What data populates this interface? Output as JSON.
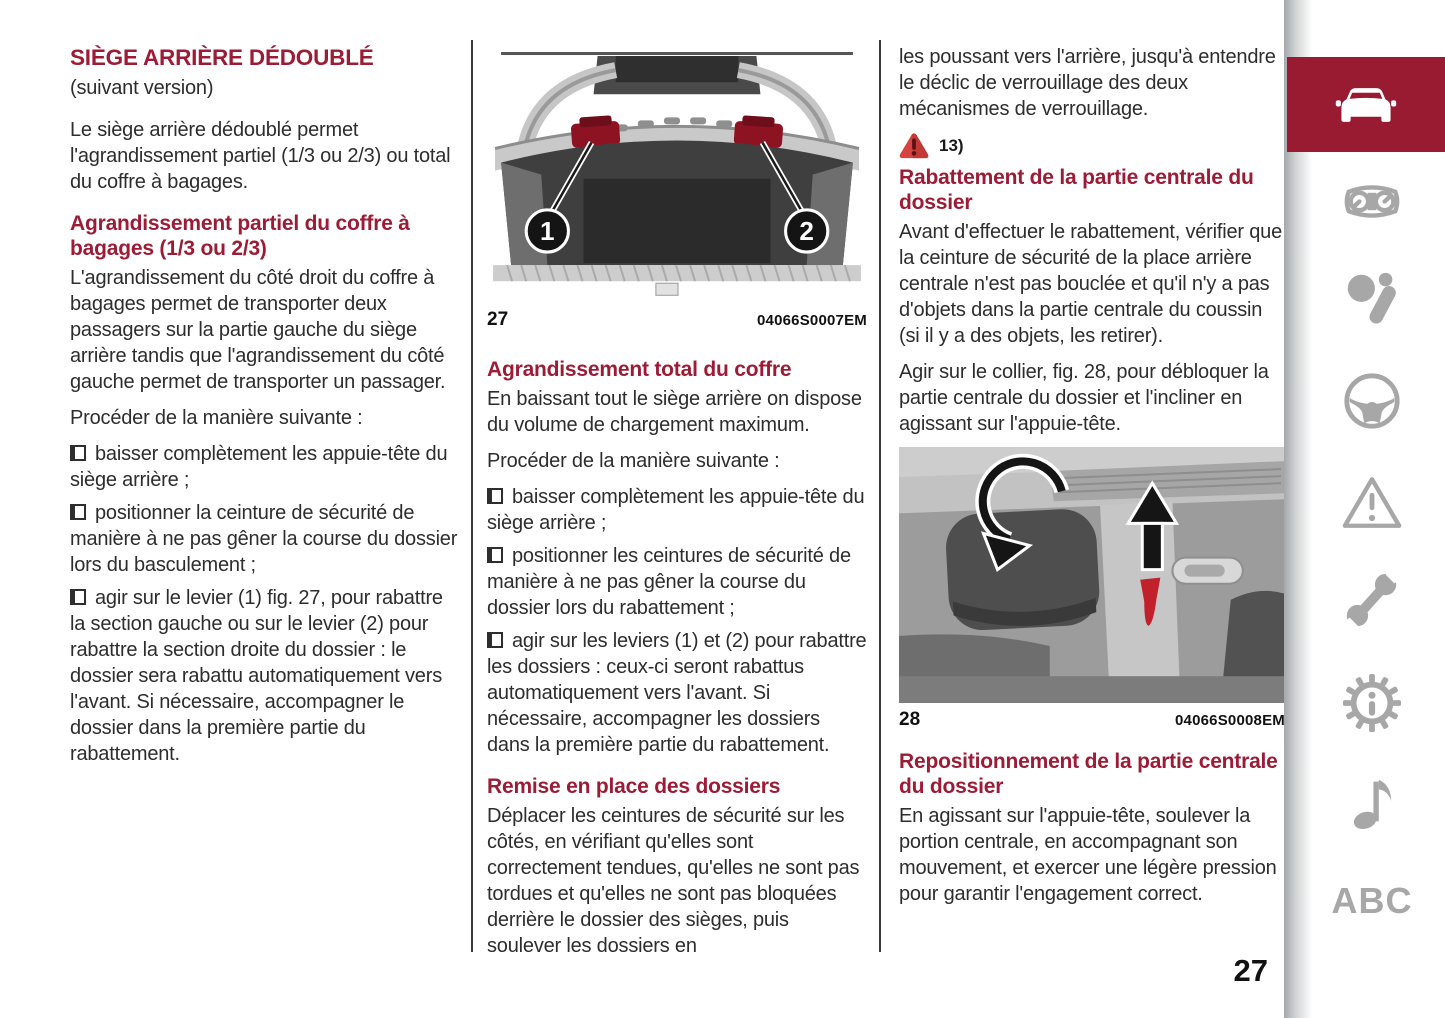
{
  "colors": {
    "accent": "#9C1C36",
    "tab_red": "#981B32",
    "warning_red": "#D5443E",
    "icon_gray": "#A7A7A7"
  },
  "page_number": "27",
  "left_column": {
    "title": "SIÈGE ARRIÈRE DÉDOUBLÉ",
    "subtitle": "(suivant version)",
    "intro": "Le siège arrière dédoublé permet l'agrandissement partiel (1/3 ou 2/3) ou total du coffre à bagages.",
    "partial_heading": "Agrandissement partiel du coffre à bagages (1/3 ou 2/3)",
    "partial_body": "L'agrandissement du côté droit du coffre à bagages permet de transporter deux passagers sur la partie gauche du siège arrière tandis que l'agrandissement du côté gauche permet de transporter un passager.",
    "procedure_intro": "Procéder de la manière suivante :",
    "bullets": [
      "baisser complètement les appuie-tête du siège arrière ;",
      "positionner la ceinture de sécurité de manière à ne pas gêner la course du dossier lors du basculement ;",
      "agir sur le levier (1) fig. 27, pour rabattre la section gauche ou sur le levier (2) pour rabattre la section droite du dossier : le dossier sera rabattu automatiquement vers l'avant. Si nécessaire, accompagner le dossier dans la première partie du rabattement."
    ]
  },
  "middle_column": {
    "figure": {
      "number": "27",
      "code": "04066S0007EM",
      "callouts": [
        "1",
        "2"
      ]
    },
    "total_heading": "Agrandissement total du coffre",
    "total_body": "En baissant tout le siège arrière on dispose du volume de chargement maximum.",
    "procedure_intro": "Procéder de la manière suivante :",
    "bullets": [
      "baisser complètement les appuie-tête du siège arrière ;",
      "positionner les ceintures de sécurité de manière à ne pas gêner la course du dossier lors du rabattement ;",
      "agir sur les leviers (1) et (2) pour rabattre les dossiers : ceux-ci seront rabattus automatiquement vers l'avant. Si nécessaire, accompagner les dossiers dans la première partie du rabattement."
    ],
    "reinstall_heading": "Remise en place des dossiers",
    "reinstall_body": "Déplacer les ceintures de sécurité sur les côtés, en vérifiant qu'elles sont correctement tendues, qu'elles ne sont pas tordues et qu'elles ne sont pas bloquées derrière le dossier des sièges, puis soulever les dossiers en"
  },
  "right_column": {
    "continuation": "les poussant vers l'arrière, jusqu'à entendre le déclic de verrouillage des deux mécanismes de verrouillage.",
    "warning_ref": "13)",
    "fold_heading": "Rabattement de la partie centrale du dossier",
    "fold_body1": "Avant d'effectuer le rabattement, vérifier que la ceinture de sécurité de la place arrière centrale n'est pas bouclée et qu'il n'y a pas d'objets dans la partie centrale du coussin (si il y a des objets, les retirer).",
    "fold_body2": "Agir sur le collier, fig. 28, pour débloquer la partie centrale du dossier et l'incliner en agissant sur l'appuie-tête.",
    "figure": {
      "number": "28",
      "code": "04066S0008EM"
    },
    "reposition_heading": "Repositionnement de la partie centrale du dossier",
    "reposition_body": "En agissant sur l'appuie-tête, soulever la portion centrale, en accompagnant son mouvement, et exercer une légère pression pour garantir l'engagement correct."
  },
  "sidebar": {
    "index_label": "ABC",
    "tabs": [
      {
        "name": "vehicle",
        "icon": "car-icon",
        "active": true
      },
      {
        "name": "dashboard",
        "icon": "gauges-icon",
        "active": false
      },
      {
        "name": "safety",
        "icon": "airbag-icon",
        "active": false
      },
      {
        "name": "driving",
        "icon": "steering-wheel-icon",
        "active": false
      },
      {
        "name": "emergency",
        "icon": "warning-triangle-icon",
        "active": false
      },
      {
        "name": "maintenance",
        "icon": "wrench-icon",
        "active": false
      },
      {
        "name": "technical-data",
        "icon": "gear-info-icon",
        "active": false
      },
      {
        "name": "multimedia",
        "icon": "music-note-icon",
        "active": false
      },
      {
        "name": "index",
        "icon": "abc-label",
        "active": false
      }
    ]
  }
}
